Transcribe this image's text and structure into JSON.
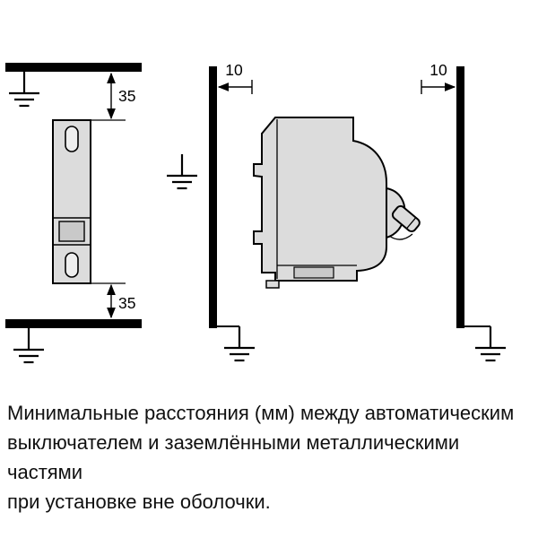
{
  "diagram": {
    "left_view": {
      "dim_top": "35",
      "dim_bottom": "35"
    },
    "side_view": {
      "dim_left": "10",
      "dim_right": "10"
    }
  },
  "caption": {
    "line1": "Минимальные расстояния (мм) между автоматическим",
    "line2": "выключателем и заземлёнными металлическими частями",
    "line3": "при установке вне оболочки."
  },
  "colors": {
    "breaker_fill": "#dcdcdc",
    "breaker_fill_light": "#eeeeee",
    "detail_fill": "#c9c9c9",
    "line": "#000000",
    "background": "#ffffff",
    "text": "#101010"
  }
}
